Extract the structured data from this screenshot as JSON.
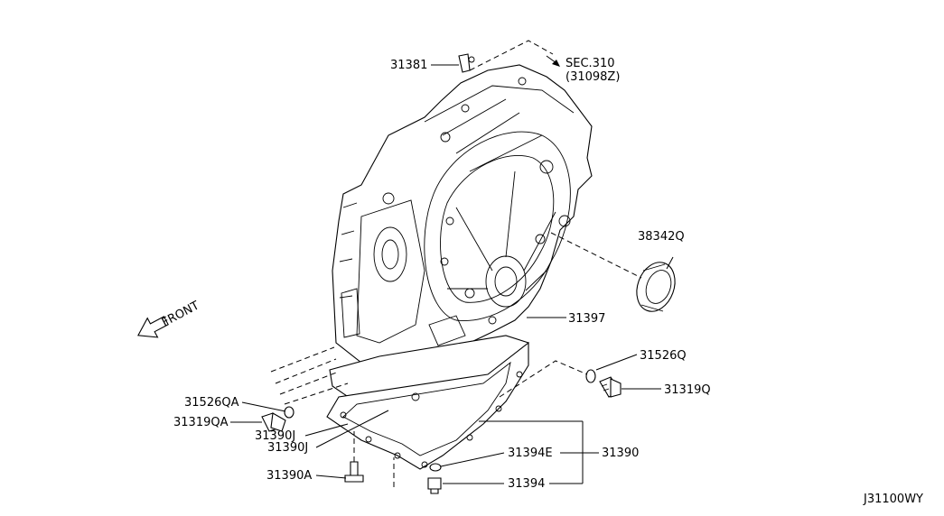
{
  "diagram": {
    "callouts": {
      "p31381": "31381",
      "sec_ref_line1": "SEC.310",
      "sec_ref_line2": "(31098Z)",
      "p38342q": "38342Q",
      "p31397": "31397",
      "p31526q": "31526Q",
      "p31319q": "31319Q",
      "p31526qa": "31526QA",
      "p31319qa": "31319QA",
      "p31390j_1": "31390J",
      "p31390j_2": "31390J",
      "p31394e": "31394E",
      "p31390": "31390",
      "p31390a": "31390A",
      "p31394": "31394"
    },
    "front_label": "FRONT",
    "diagram_code": "J31100WY"
  }
}
